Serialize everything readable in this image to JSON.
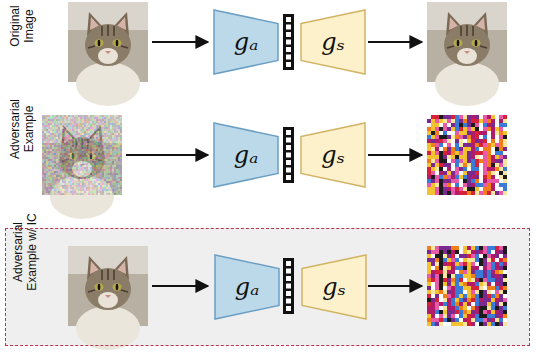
{
  "diagram": {
    "nodes": [
      {
        "text": [
          "gₐ"
        ]
      },
      {
        "text": [
          "gₛ"
        ]
      },
      {
        "text": [
          "gₐ"
        ]
      },
      {
        "text": [
          "gₛ"
        ]
      },
      {
        "text": [
          "Adversarial Example w/ IC"
        ]
      },
      {
        "text": [
          "gₐ"
        ],
        "in": 4
      },
      {
        "text": [
          "gₛ"
        ],
        "in": 4
      }
    ],
    "labels": [
      "Original Image",
      "Adversarial Example"
    ]
  }
}
